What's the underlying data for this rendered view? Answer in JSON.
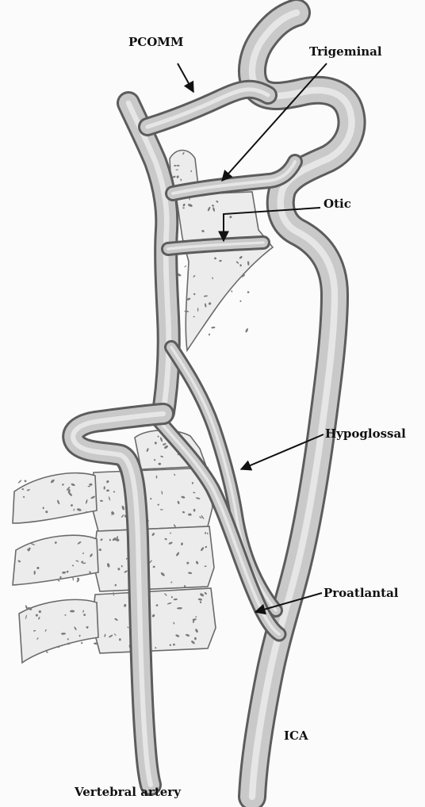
{
  "labels": {
    "pcomm": "PCOMM",
    "trigeminal": "Trigeminal",
    "otic": "Otic",
    "hypoglossal": "Hypoglossal",
    "proatlantal": "Proatlantal",
    "ica": "ICA",
    "vertebral": "Vertebral artery"
  },
  "colors": {
    "vessel_fill": "#c9c9c9",
    "vessel_outline": "#5c5c5c",
    "bone_fill": "#ececec",
    "text": "#111111"
  }
}
